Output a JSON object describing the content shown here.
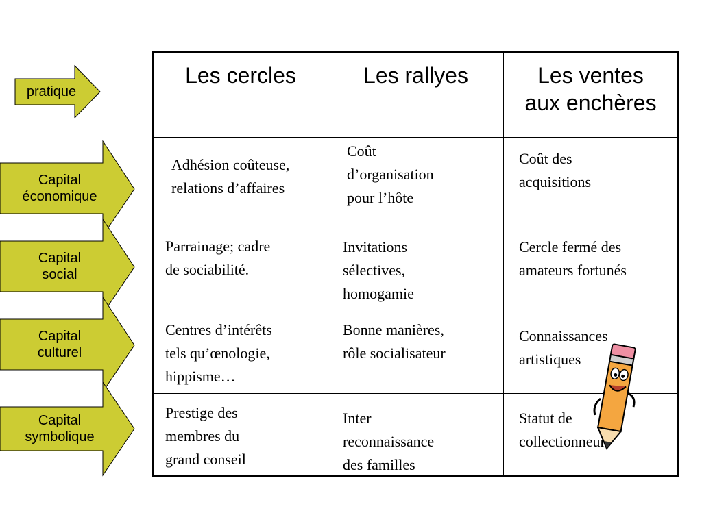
{
  "colors": {
    "arrow_fill": "#cccc33",
    "arrow_stroke": "#000000"
  },
  "arrows": [
    {
      "label": "pratique"
    },
    {
      "label": "Capital\néconomique"
    },
    {
      "label": "Capital\nsocial"
    },
    {
      "label": "Capital\nculturel"
    },
    {
      "label": "Capital\nsymbolique"
    }
  ],
  "table": {
    "headers": [
      "Les cercles",
      "Les rallyes",
      "Les ventes\naux enchères"
    ],
    "rows": [
      [
        "Adhésion coûteuse,\nrelations d’affaires",
        "Coût\nd’organisation\npour l’hôte",
        "Coût des\nacquisitions"
      ],
      [
        "Parrainage; cadre\nde sociabilité.",
        "Invitations\nsélectives,\nhomogamie",
        "Cercle fermé des\namateurs fortunés"
      ],
      [
        "Centres d’intérêts\ntels qu’œnologie,\nhippisme…",
        "Bonne manières,\nrôle socialisateur",
        "Connaissances\nartistiques"
      ],
      [
        "Prestige des\nmembres du\ngrand conseil",
        "Inter\nreconnaissance\ndes familles",
        "Statut de\ncollectionneur"
      ]
    ]
  },
  "decoration": {
    "icon": "pencil-mascot-icon"
  }
}
